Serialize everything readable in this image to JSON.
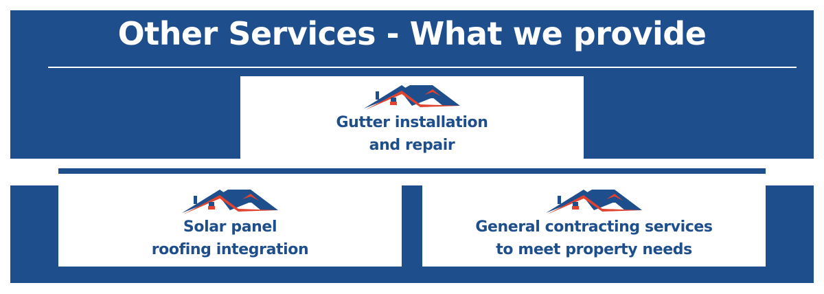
{
  "title": "Other Services - What we provide",
  "colors": {
    "brand_blue": "#1f4e8c",
    "accent_red": "#e0432f",
    "white": "#ffffff"
  },
  "services": [
    {
      "icon": "house-roof-icon",
      "line1": "Gutter installation",
      "line2": "and repair"
    },
    {
      "icon": "house-roof-icon",
      "line1": "Solar panel",
      "line2": "roofing integration"
    },
    {
      "icon": "house-roof-icon",
      "line1": "General contracting services",
      "line2": "to meet property needs"
    }
  ]
}
